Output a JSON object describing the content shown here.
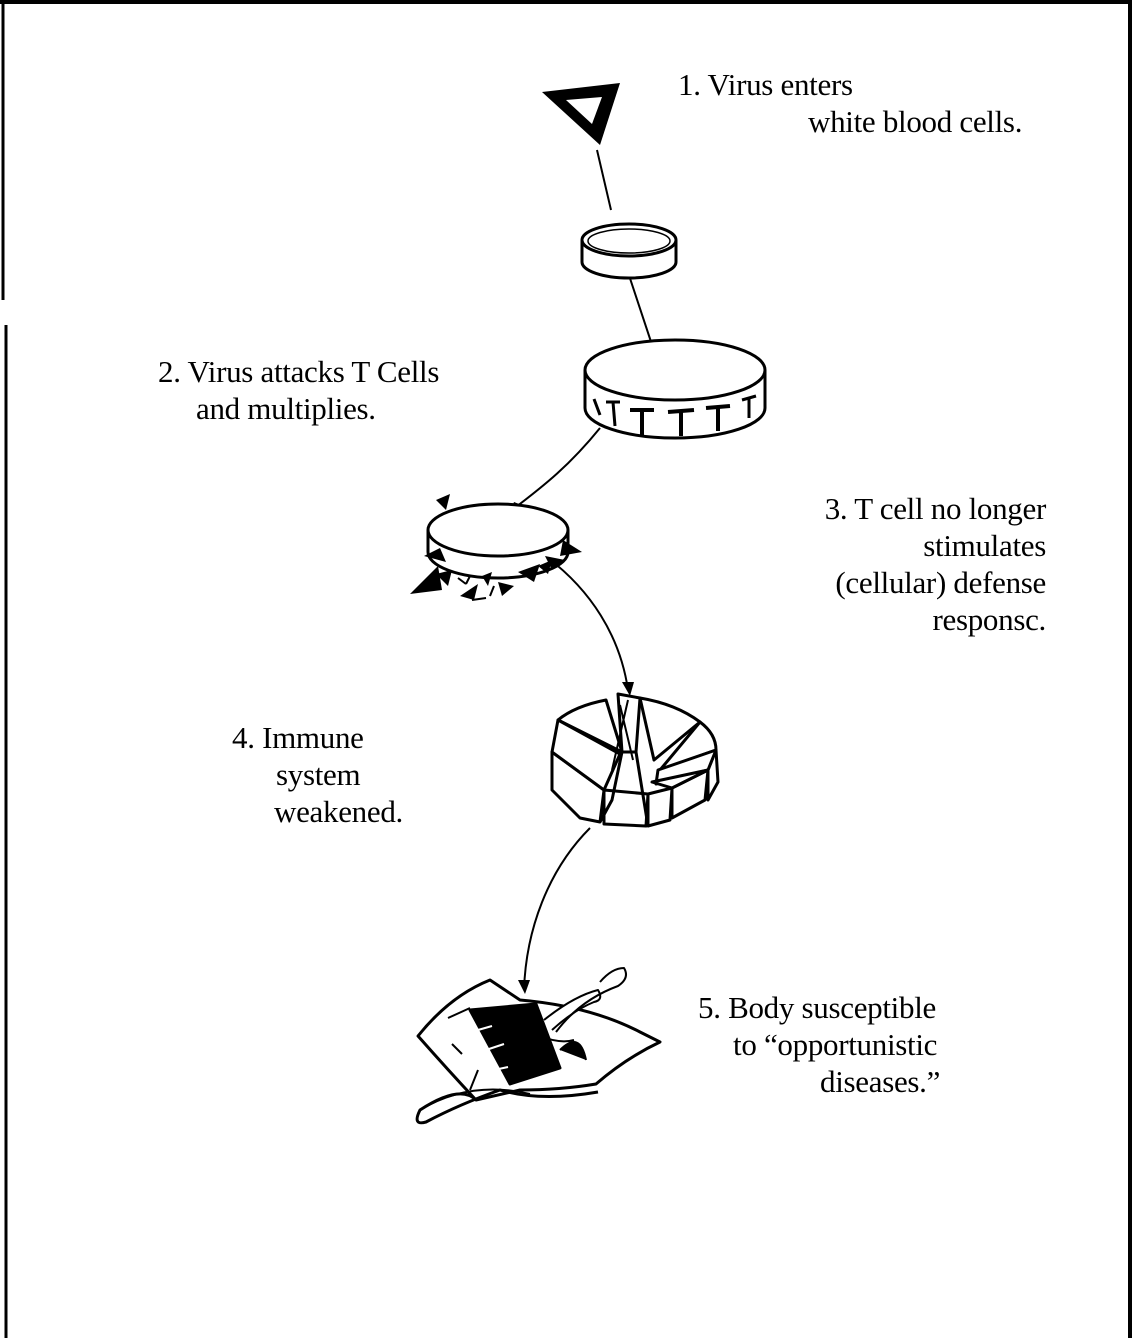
{
  "steps": [
    {
      "number": "1.",
      "lines": [
        "1. Virus enters",
        "white blood cells."
      ]
    },
    {
      "number": "2.",
      "lines": [
        "2. Virus attacks T Cells",
        "and multiplies."
      ]
    },
    {
      "number": "3.",
      "lines": [
        "3. T cell no longer",
        "stimulates",
        "(cellular) defense",
        "responsc."
      ]
    },
    {
      "number": "4.",
      "lines": [
        "4. Immune",
        "system",
        "weakened."
      ]
    },
    {
      "number": "5.",
      "lines": [
        "5. Body susceptible",
        "to “opportunistic",
        "diseases.”"
      ]
    }
  ],
  "colors": {
    "ink": "#000000",
    "paper": "#ffffff"
  },
  "icons": [
    "virus-triangle-icon",
    "white-blood-cell-disc-icon",
    "t-cell-disc-icon",
    "infected-t-cell-icon",
    "fragmented-immune-system-icon",
    "body-tissue-icon"
  ]
}
